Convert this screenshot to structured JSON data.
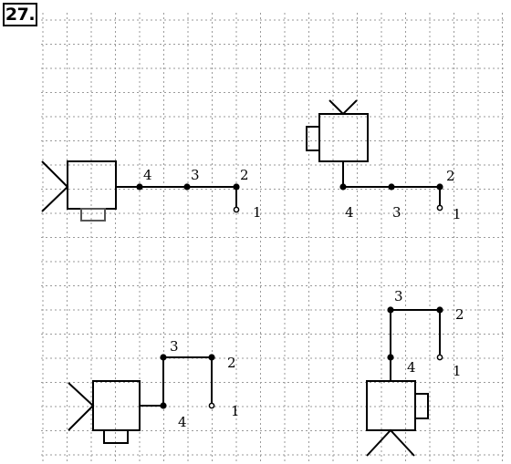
{
  "problem": {
    "number": "27."
  },
  "figures": [
    {
      "id": "fig-1",
      "labels": [
        "4",
        "3",
        "2",
        "1"
      ]
    },
    {
      "id": "fig-2",
      "labels": [
        "2",
        "4",
        "3",
        "1"
      ]
    },
    {
      "id": "fig-3",
      "labels": [
        "3",
        "2",
        "4",
        "1"
      ]
    },
    {
      "id": "fig-4",
      "labels": [
        "3",
        "2",
        "4",
        "1"
      ]
    }
  ]
}
